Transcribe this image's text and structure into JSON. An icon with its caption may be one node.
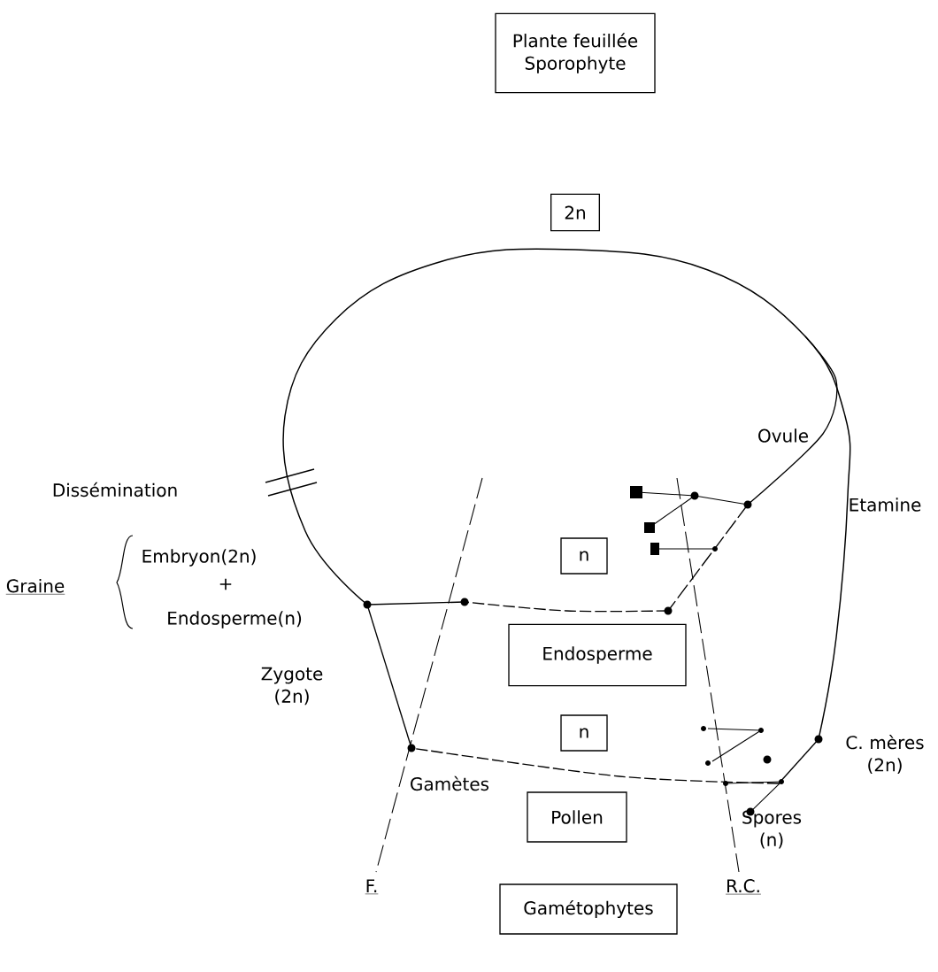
{
  "diagram": {
    "nodes": [
      {
        "text": [
          "Plante feuillée",
          "Sporophyte"
        ]
      },
      {
        "text": [
          "2n"
        ]
      },
      {
        "text": [
          "n"
        ]
      },
      {
        "text": [
          "Endosperme"
        ]
      },
      {
        "text": [
          "n"
        ]
      },
      {
        "text": [
          "Pollen"
        ]
      },
      {
        "text": [
          "Gamétophytes"
        ]
      }
    ],
    "labels": [
      "Ovule",
      "Dissémination",
      "Etamine",
      "Embryon(2n)",
      "Graine",
      "+",
      "Endosperme(n)",
      "Zygote (2n)",
      "C. mères (2n)",
      "Gamètes",
      "Spores (n)",
      "F.",
      "R.C."
    ]
  }
}
